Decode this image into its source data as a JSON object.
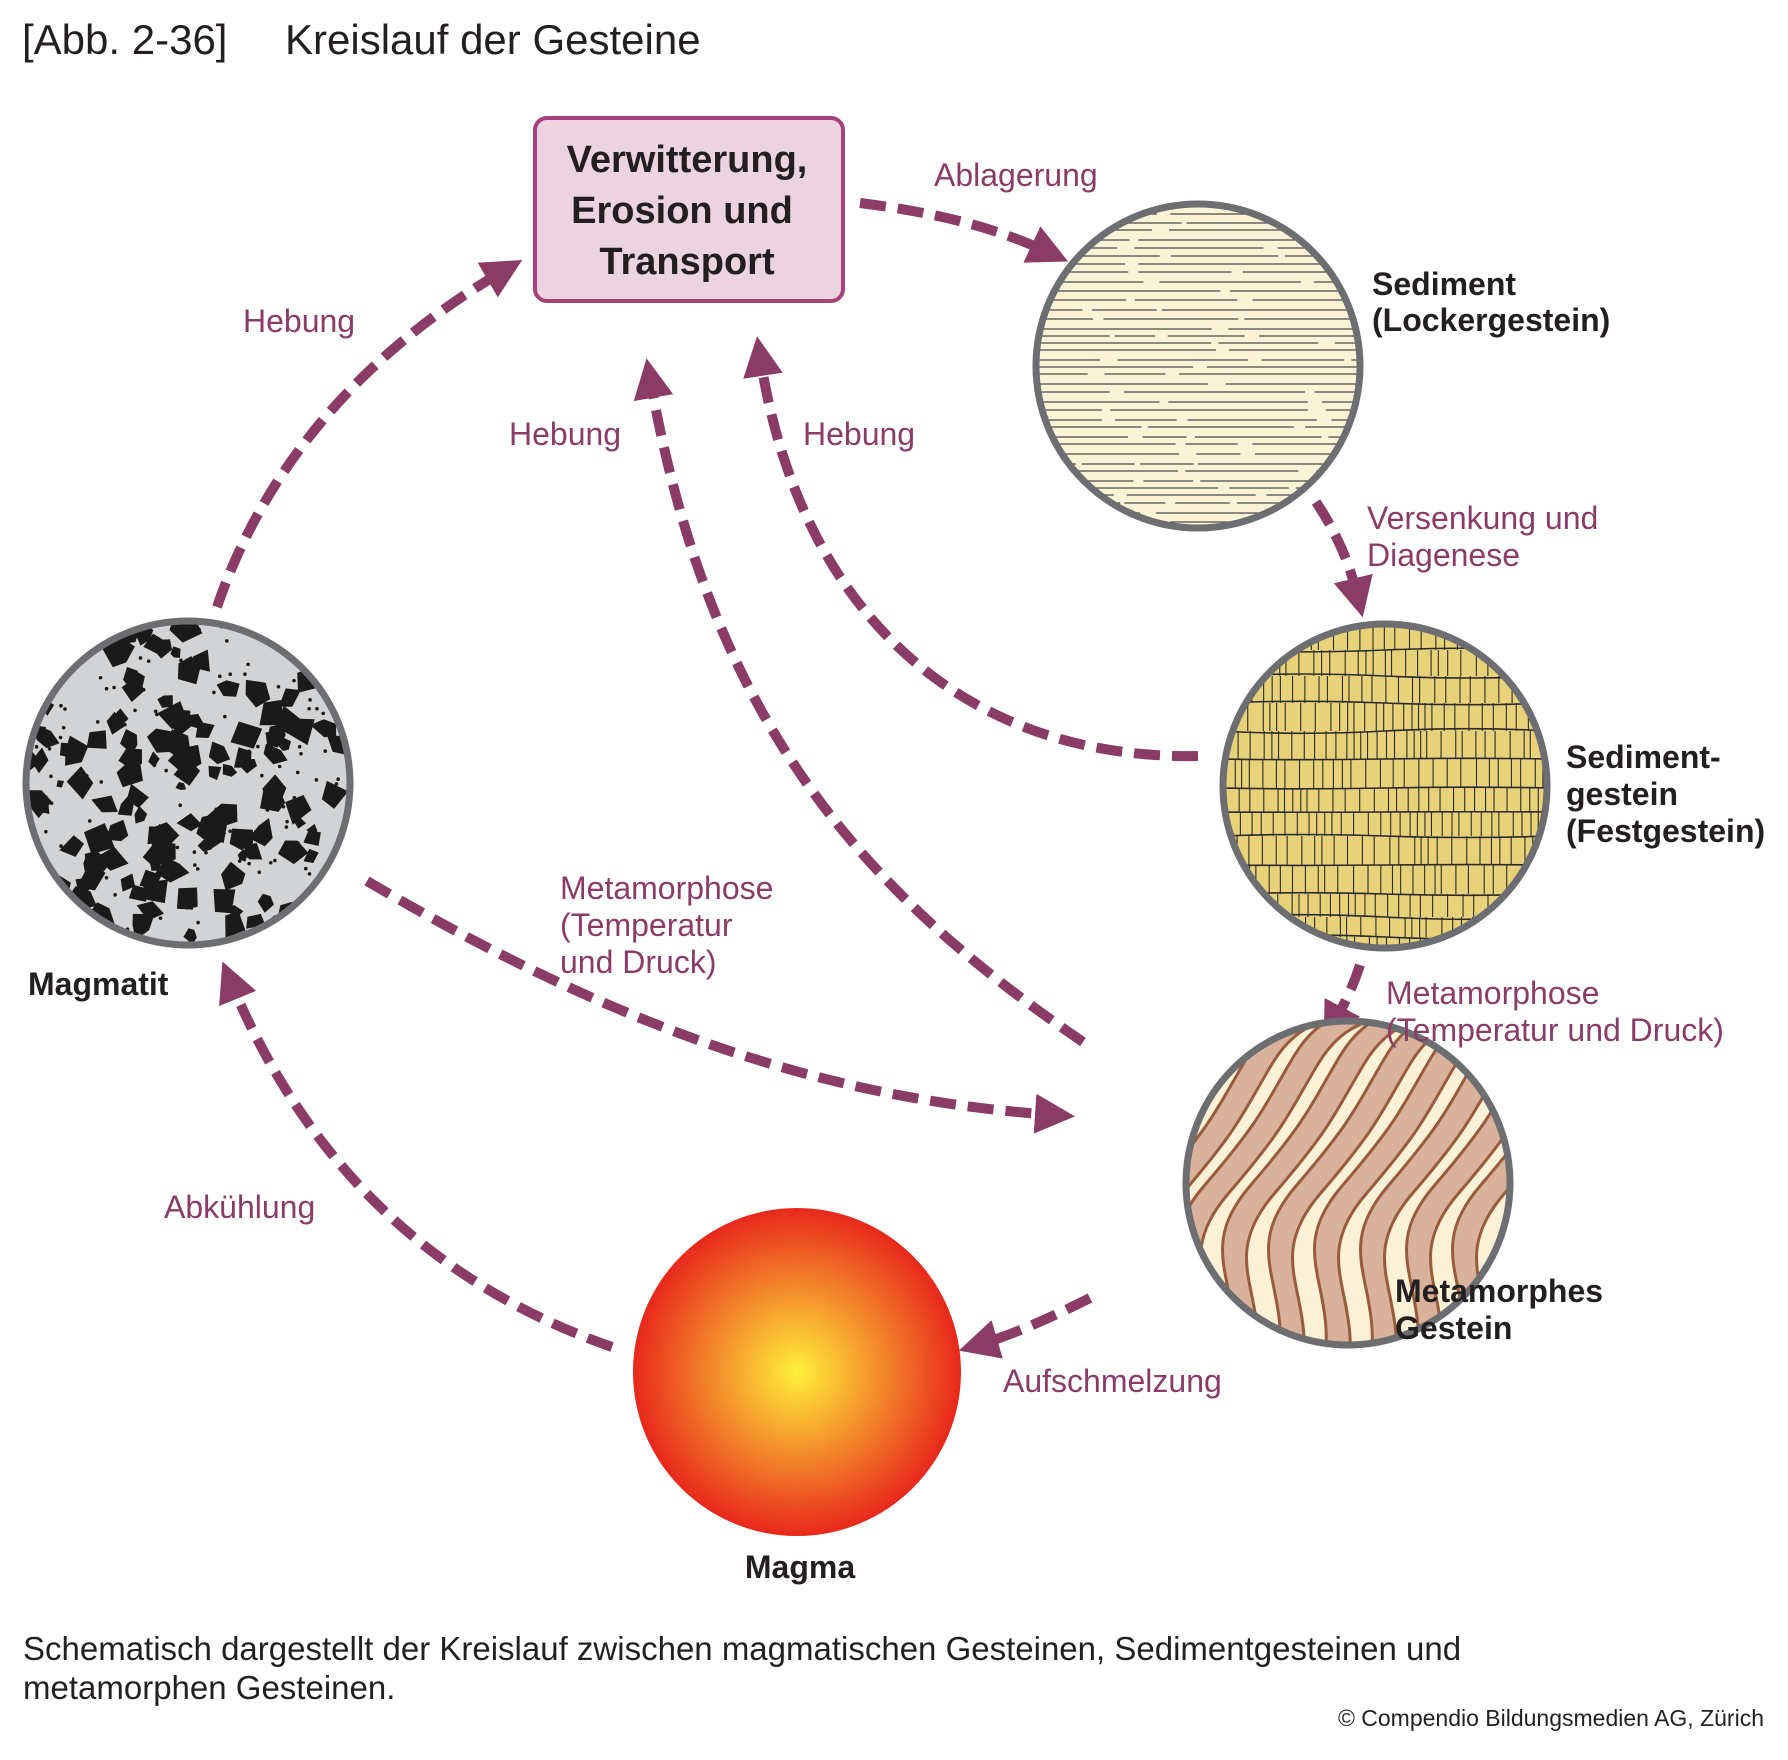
{
  "figure": {
    "number": "[Abb. 2-36]",
    "title": "Kreislauf der Gesteine"
  },
  "box": {
    "lines": [
      "Verwitterung,",
      "Erosion und",
      "Transport"
    ]
  },
  "rocks": {
    "sediment": [
      "Sediment",
      "(Lockergestein)"
    ],
    "sedimentgestein": [
      "Sediment-",
      "gestein",
      "(Festgestein)"
    ],
    "metamorph": [
      "Metamorphes",
      "Gestein"
    ],
    "magma": [
      "Magma"
    ],
    "magmatit": [
      "Magmatit"
    ]
  },
  "processes": {
    "ablagerung": [
      "Ablagerung"
    ],
    "versenkung": [
      "Versenkung und",
      "Diagenese"
    ],
    "metamorphose_right": [
      "Metamorphose",
      "(Temperatur und Druck)"
    ],
    "aufschmelzung": [
      "Aufschmelzung"
    ],
    "abkuehlung": [
      "Abkühlung"
    ],
    "hebung_left": [
      "Hebung"
    ],
    "hebung_mid": [
      "Hebung"
    ],
    "hebung_right": [
      "Hebung"
    ],
    "metamorphose_center": [
      "Metamorphose",
      "(Temperatur",
      "und Druck)"
    ]
  },
  "caption": {
    "lines": [
      "Schematisch dargestellt der Kreislauf zwischen magmatischen Gesteinen, Sedimentgesteinen und",
      "metamorphen Gesteinen."
    ]
  },
  "credit": "© Compendio Bildungsmedien AG, Zürich",
  "colors": {
    "arrow": "#8a3c66",
    "rim": "#6d6e71",
    "box_fill": "#ecd3e0",
    "box_border": "#a5427b",
    "sediment_fill": "#fbf3d6",
    "sedimentgestein_fill": "#e7d27a",
    "metamorph_fill": "#fbf1d6",
    "metamorph_band": "#d8b29a",
    "metamorph_line": "#9a5a3c",
    "magma_center": "#fff03a",
    "magma_edge": "#e8281c",
    "magmatit_fill": "#d1d3d4"
  }
}
